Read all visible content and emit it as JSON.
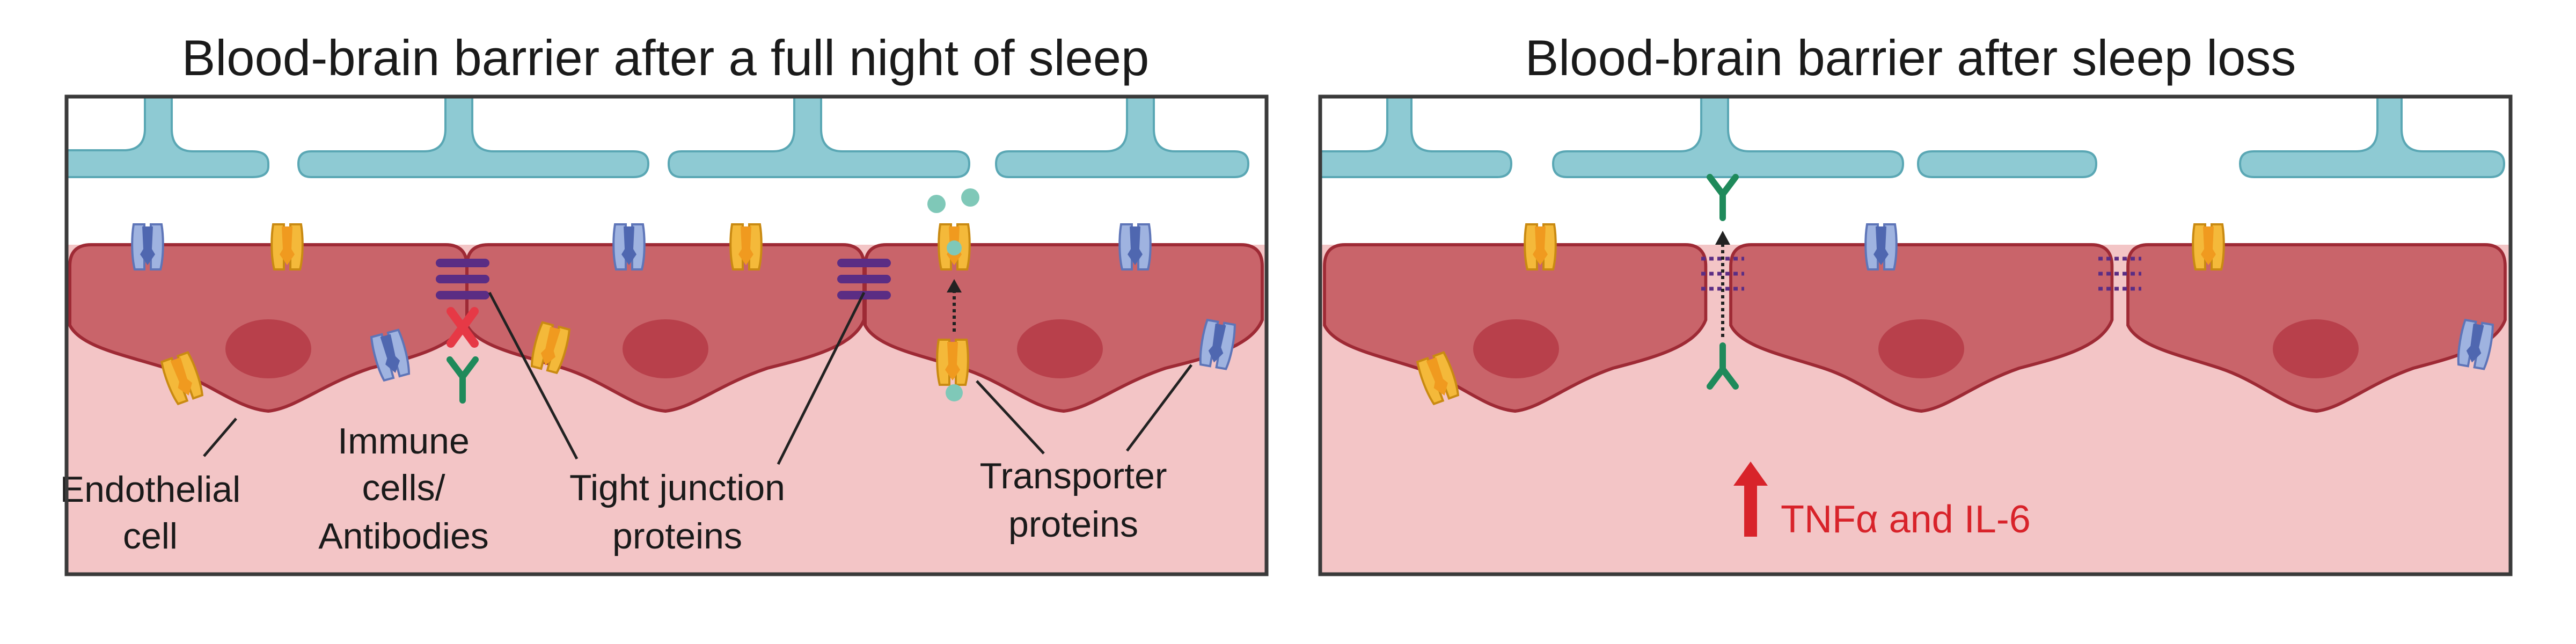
{
  "panels": [
    {
      "title": "Blood-brain barrier after a full night of sleep",
      "labels": {
        "endothelial": [
          "Endothelial",
          "cell"
        ],
        "immune": [
          "Immune",
          "cells/",
          "Antibodies"
        ],
        "tight_junction": [
          "Tight junction",
          "proteins"
        ],
        "transporter": [
          "Transporter",
          "proteins"
        ]
      }
    },
    {
      "title": "Blood-brain barrier after sleep loss",
      "cytokine_label": "TNFα and IL-6"
    }
  ],
  "colors": {
    "astrocyte_feet": "#8ecad3",
    "endothelial_cell": "#c9646a",
    "nucleus": "#b8404b",
    "brain_tissue": "#f3c5c6",
    "tight_junction": "#5b2d84",
    "block_mark": "#e63946",
    "antibody": "#1f8a5b",
    "transporter_yellow": "#f4b93a",
    "transporter_blue": "#7f96cf",
    "molecule": "#7fc8b8",
    "cytokine_arrow": "#d8232a"
  }
}
